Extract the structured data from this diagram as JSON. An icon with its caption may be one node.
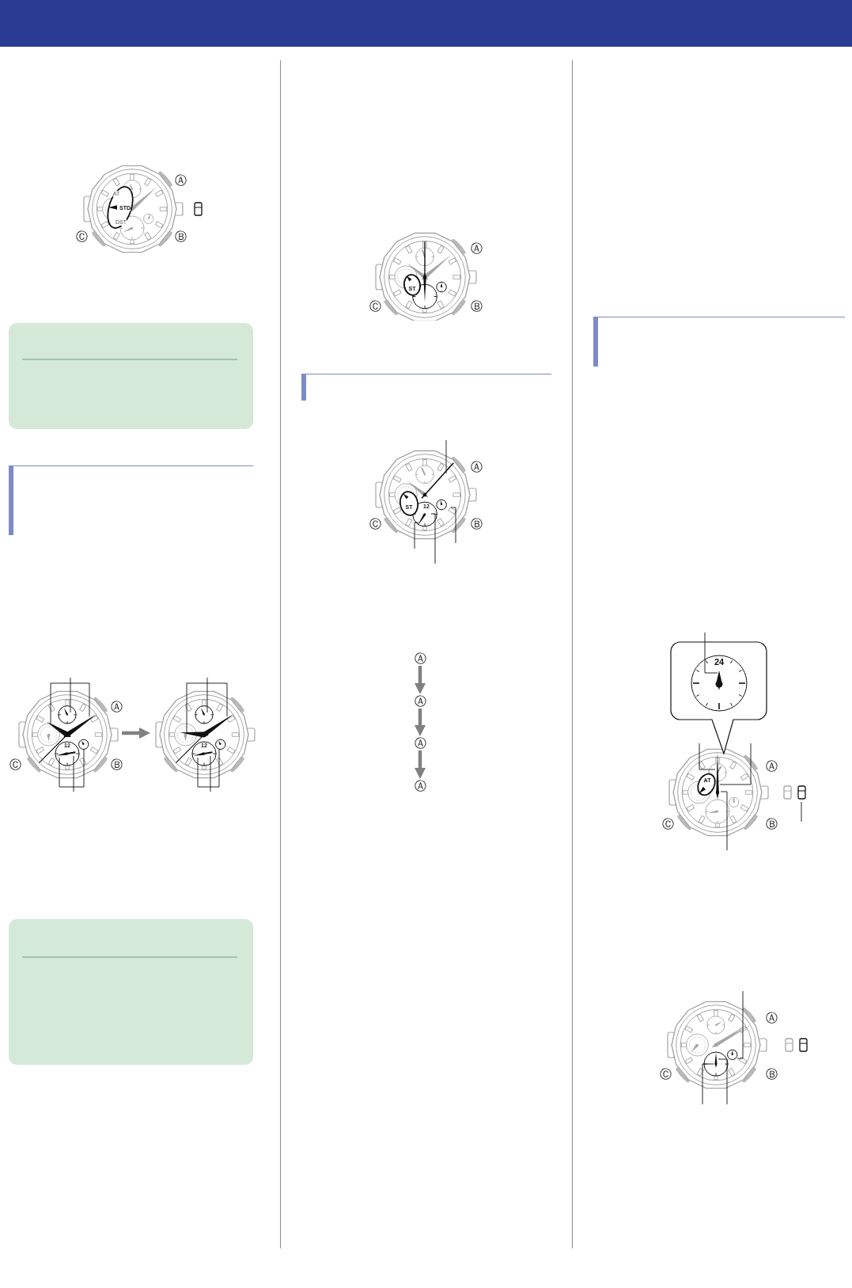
{
  "diagram": {
    "nodes": [
      {
        "text": [],
        "shape": "box"
      },
      {
        "text": [],
        "shape": "bar"
      },
      {
        "text": [],
        "shape": "picture",
        "beside": [
          "Ⓐ",
          "Ⓒ",
          "Ⓑ"
        ]
      },
      {
        "text": [],
        "shape": "picture"
      },
      {
        "text": [],
        "shape": "box"
      },
      {
        "text": [],
        "shape": "bar"
      },
      {
        "text": [
          "Ⓐ"
        ]
      },
      {
        "text": [
          "Ⓐ"
        ]
      },
      {
        "text": [
          "Ⓐ"
        ]
      },
      {
        "text": [
          "Ⓐ"
        ]
      },
      {
        "text": [],
        "shape": "bar"
      }
    ],
    "edges": [
      {
        "from": 2,
        "to": 3,
        "arrow": "to"
      },
      {
        "from": 6,
        "to": 7,
        "arrow": "to"
      },
      {
        "from": 7,
        "to": 8,
        "arrow": "to"
      },
      {
        "from": 8,
        "to": 9,
        "arrow": "to"
      }
    ],
    "labels": [
      "Ⓐ",
      "AT",
      "STD",
      "DST",
      "Ⓒ",
      "Ⓑ",
      "12",
      "12",
      "Ⓐ",
      "ST",
      "Ⓒ",
      "Ⓑ",
      "Ⓐ",
      "ST",
      "12",
      "Ⓒ",
      "Ⓑ",
      "24",
      "Ⓐ",
      "AT",
      "Ⓒ",
      "Ⓑ",
      "Ⓐ",
      "Ⓒ",
      "Ⓑ"
    ]
  }
}
